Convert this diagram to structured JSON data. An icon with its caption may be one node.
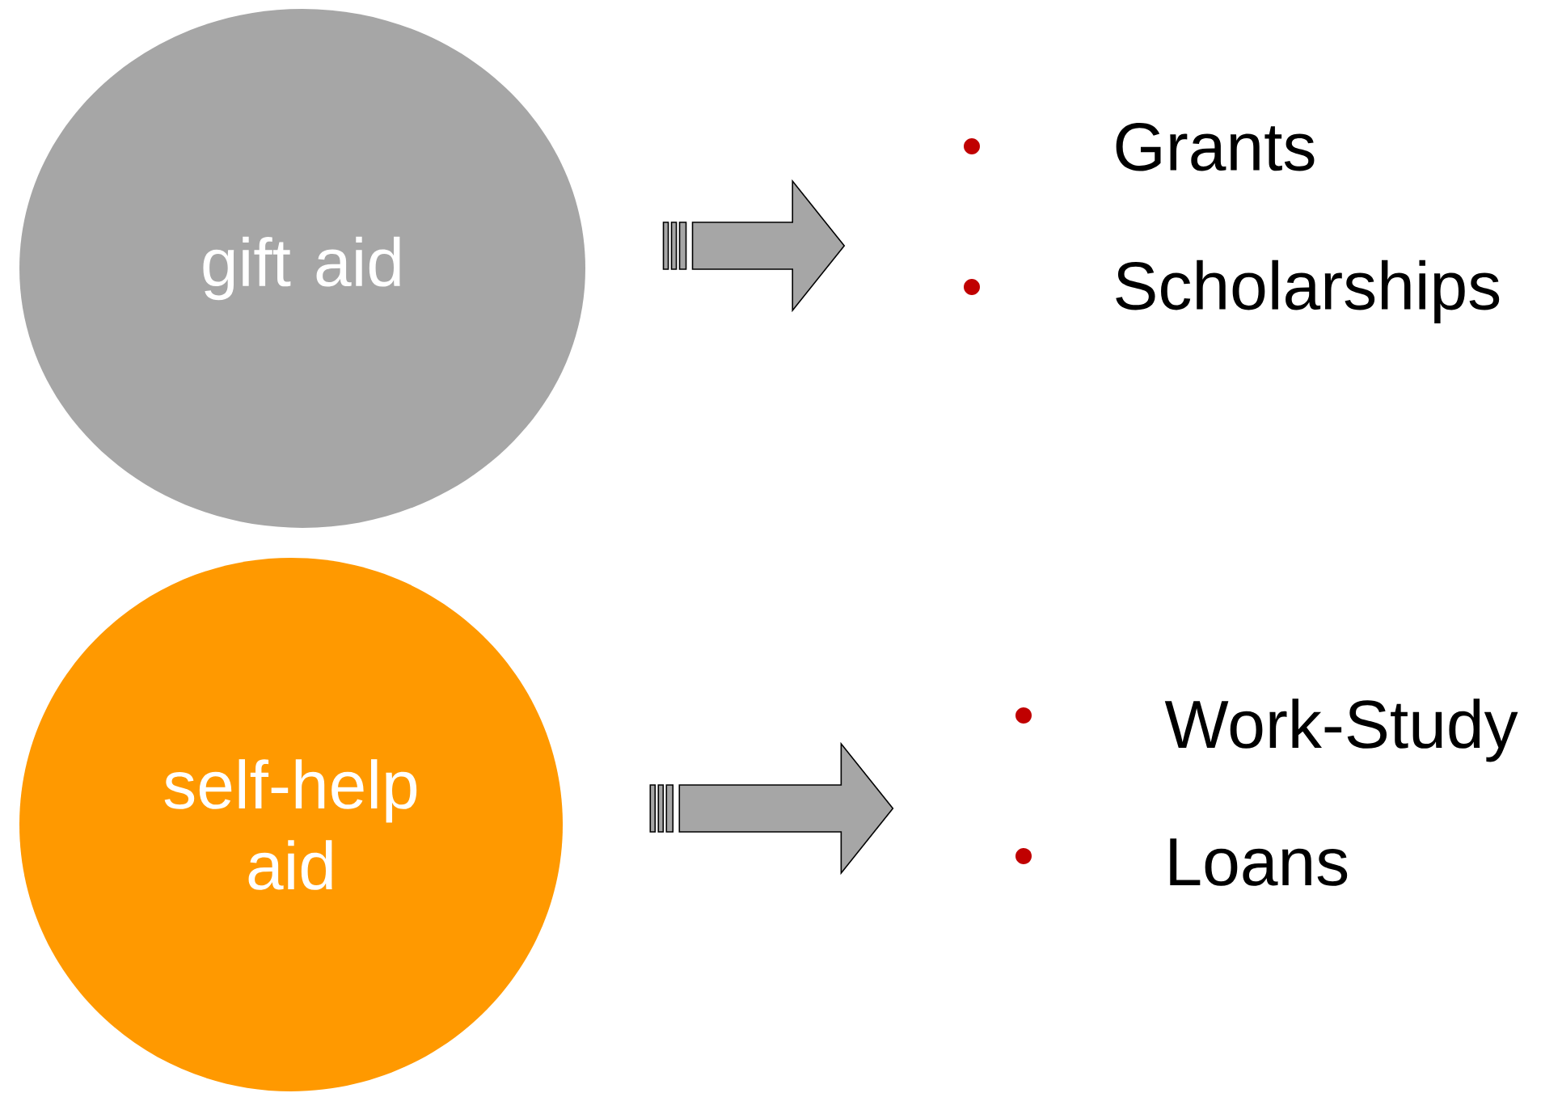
{
  "diagram": {
    "nodes": [
      {
        "text": [
          "gift aid"
        ]
      },
      {
        "text": [
          "Grants",
          "Scholarships"
        ]
      },
      {
        "text": [
          "self-help aid"
        ]
      },
      {
        "text": [
          "Work-Study",
          "Loans"
        ]
      }
    ],
    "edges": [
      {
        "from": 0,
        "to": 1,
        "arrow": "to"
      },
      {
        "from": 2,
        "to": 3,
        "arrow": "to"
      }
    ]
  }
}
